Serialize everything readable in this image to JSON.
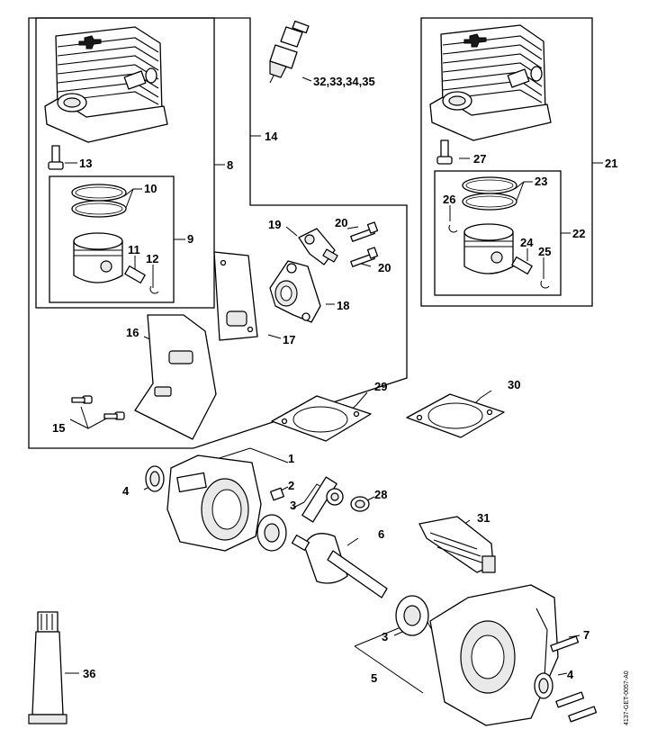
{
  "diagram": {
    "drawing_code": "4137-GET-0057-A0",
    "labels": {
      "p1": "1",
      "p2": "2",
      "p3a": "3",
      "p3b": "3",
      "p4a": "4",
      "p4b": "4",
      "p5": "5",
      "p6": "6",
      "p7": "7",
      "p8": "8",
      "p9": "9",
      "p10": "10",
      "p11": "11",
      "p12": "12",
      "p13": "13",
      "p14": "14",
      "p15": "15",
      "p16": "16",
      "p17": "17",
      "p18": "18",
      "p19": "19",
      "p20a": "20",
      "p20b": "20",
      "p21": "21",
      "p22": "22",
      "p23": "23",
      "p24": "24",
      "p25": "25",
      "p26": "26",
      "p27": "27",
      "p28": "28",
      "p29": "29",
      "p30": "30",
      "p31": "31",
      "p32": "32,33,34,35",
      "p36": "36"
    }
  }
}
